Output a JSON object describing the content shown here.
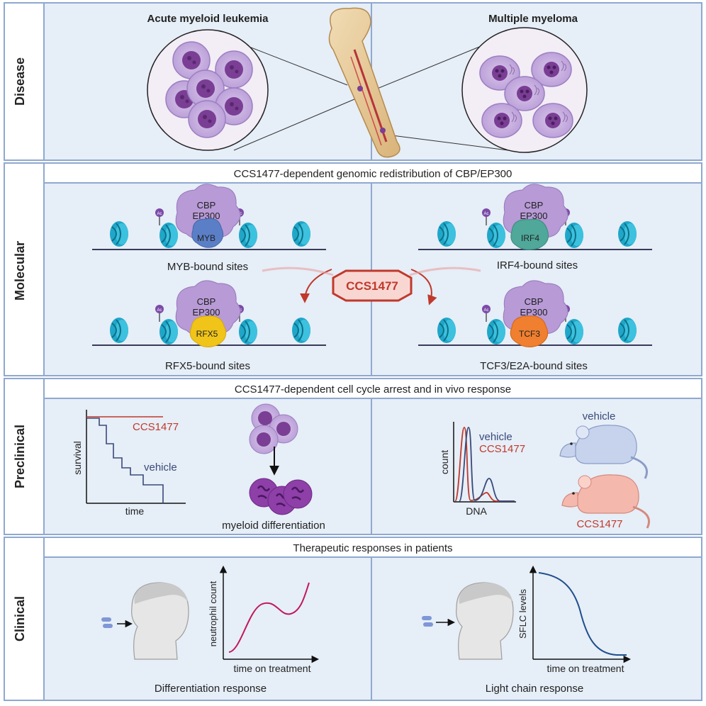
{
  "rows": {
    "disease": "Disease",
    "molecular": "Molecular",
    "preclinical": "Preclinical",
    "clinical": "Clinical"
  },
  "disease": {
    "left_title": "Acute myeloid leukemia",
    "right_title": "Multiple myeloma"
  },
  "molecular": {
    "banner": "CCS1477-dependent genomic redistribution of CBP/EP300",
    "drug": "CCS1477",
    "ac": "Ac",
    "complex": {
      "line1": "CBP",
      "line2": "EP300"
    },
    "panels": [
      {
        "factor": "MYB",
        "caption": "MYB-bound sites",
        "color": "#5b7fc7"
      },
      {
        "factor": "IRF4",
        "caption": "IRF4-bound sites",
        "color": "#4fa89a"
      },
      {
        "factor": "RFX5",
        "caption": "RFX5-bound sites",
        "color": "#f0c419"
      },
      {
        "factor": "TCF3",
        "caption": "TCF3/E2A-bound sites",
        "color": "#f07f2f"
      }
    ]
  },
  "preclinical": {
    "banner": "CCS1477-dependent cell cycle arrest and in vivo response",
    "survival": {
      "ylabel": "survival",
      "xlabel": "time",
      "drug_label": "CCS1477",
      "vehicle_label": "vehicle"
    },
    "differentiation_caption": "myeloid differentiation",
    "cellcycle": {
      "ylabel": "count",
      "xlabel": "DNA",
      "vehicle_label": "vehicle",
      "drug_label": "CCS1477"
    },
    "mouse_vehicle": "vehicle",
    "mouse_drug": "CCS1477"
  },
  "clinical": {
    "banner": "Therapeutic responses in patients",
    "left": {
      "ylabel": "neutrophil count",
      "xlabel": "time on treatment",
      "caption": "Differentiation response"
    },
    "right": {
      "ylabel": "SFLC levels",
      "xlabel": "time on treatment",
      "caption": "Light chain response"
    }
  },
  "colors": {
    "panel_bg": "#e6eef7",
    "panel_border": "#8fa8d0",
    "drug_red": "#c0392b",
    "vehicle_blue": "#3a4a7a",
    "curve_pink": "#c2185b",
    "curve_blue": "#1f4e8c",
    "complex_purple": "#b79ad6",
    "nucleosome": "#1fa7c9"
  }
}
